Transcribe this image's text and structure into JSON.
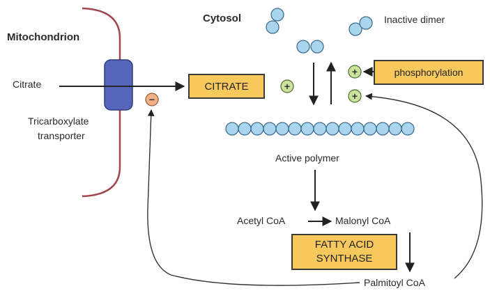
{
  "labels": {
    "mitochondrion": "Mitochondrion",
    "cytosol": "Cytosol",
    "citrate_in": "Citrate",
    "transporter_line1": "Tricarboxylate",
    "transporter_line2": "transporter",
    "inactive_dimer": "Inactive dimer",
    "active_polymer": "Active polymer",
    "acetyl_coa": "Acetyl CoA",
    "malonyl_coa": "Malonyl CoA",
    "palmitoyl_coa": "Palmitoyl CoA"
  },
  "boxes": {
    "citrate": "CITRATE",
    "phosphorylation": "phosphorylation",
    "fas_line1": "FATTY ACID",
    "fas_line2": "SYNTHASE"
  },
  "symbols": {
    "plus": "+",
    "minus": "−"
  },
  "colors": {
    "subunit_fill": "#a9d5ee",
    "subunit_stroke": "#3f6f8e",
    "transporter_fill": "#5566bb",
    "box_fill": "#f7c95c",
    "membrane": "#a0464c",
    "plus_fill": "#c9e39c",
    "minus_fill": "#f2b088"
  }
}
